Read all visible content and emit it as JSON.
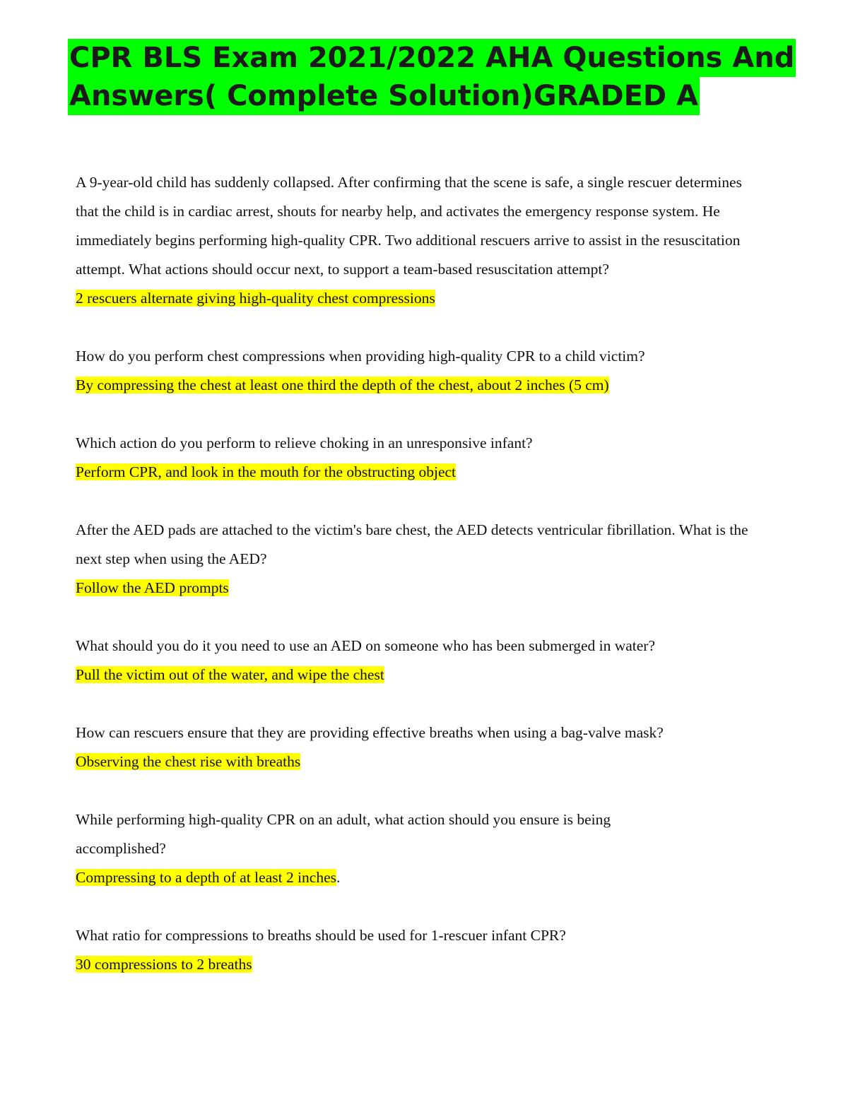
{
  "title": {
    "line1": "CPR BLS Exam 2021/2022 AHA Questions And",
    "line2": "Answers( Complete Solution)GRADED A"
  },
  "qa": [
    {
      "question": "A 9-year-old child has suddenly collapsed. After confirming that the scene is safe, a single rescuer determines that the child is in cardiac arrest, shouts for nearby help, and activates the emergency response system. He immediately begins performing high-quality CPR. Two additional rescuers arrive to assist in the resuscitation attempt. What actions should occur next, to support a team-based resuscitation attempt?",
      "answer": "2 rescuers alternate giving high-quality chest compressions",
      "answer_suffix": ""
    },
    {
      "question": "How do you perform chest compressions when providing high-quality CPR to a child victim?",
      "answer": "By compressing the chest at least one third the depth of the chest, about 2 inches (5 cm)",
      "answer_suffix": ""
    },
    {
      "question": "Which action do you perform to relieve choking in an unresponsive infant?",
      "answer": "Perform CPR, and look in the mouth for the obstructing object",
      "answer_suffix": ""
    },
    {
      "question": "After the AED pads are attached to the victim's bare chest, the AED detects ventricular fibrillation. What is the next step when using the AED?",
      "answer": "Follow the AED prompts",
      "answer_suffix": ""
    },
    {
      "question": "What should you do it you need to use an AED on someone who has been submerged in water?",
      "answer": "Pull the victim out of the water, and wipe the chest",
      "answer_suffix": ""
    },
    {
      "question": "How can rescuers ensure that they are providing effective breaths when using a bag-valve mask?",
      "answer": "Observing the chest rise with breaths",
      "answer_suffix": ""
    },
    {
      "question": "While performing high-quality CPR on an adult, what action should you ensure is being accomplished?",
      "answer": "Compressing to a depth of at least 2 inches",
      "answer_suffix": "."
    },
    {
      "question": "What ratio for compressions to breaths should be used for 1-rescuer infant CPR?",
      "answer": "30 compressions to 2 breaths",
      "answer_suffix": ""
    }
  ],
  "colors": {
    "title_highlight": "#00ff00",
    "answer_highlight": "#ffff00"
  }
}
